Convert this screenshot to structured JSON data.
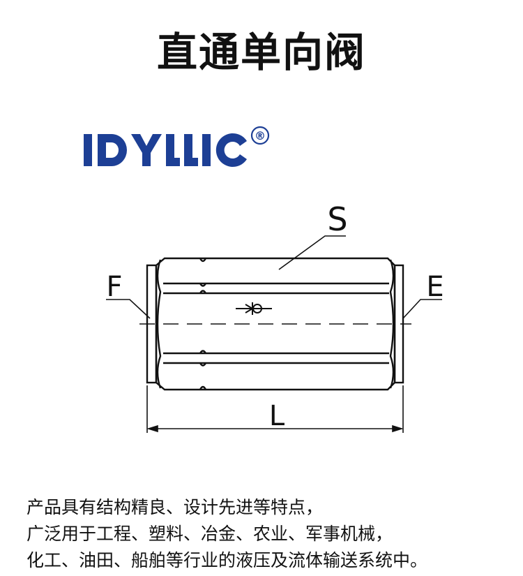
{
  "title": "直通单向阀",
  "logo": {
    "text": "IDYLLIC",
    "registered": "®",
    "color": "#1d3f95"
  },
  "diagram": {
    "labels": {
      "s": "S",
      "f": "F",
      "e": "E",
      "l": "L"
    }
  },
  "description": [
    "产品具有结构精良、设计先进等特点，",
    "广泛用于工程、塑料、冶金、农业、军事机械，",
    "化工、油田、船舶等行业的液压及流体输送系统中。"
  ]
}
